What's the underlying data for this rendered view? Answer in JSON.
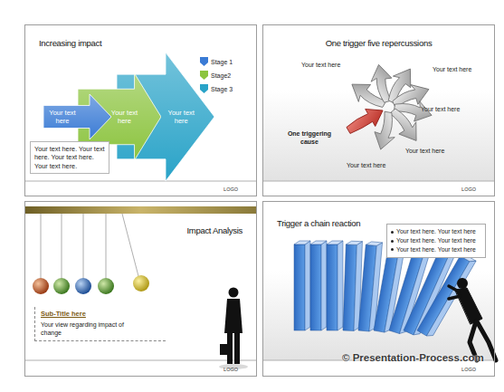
{
  "diagram": {
    "nodes": [
      {
        "text": [
          "Increasing impact",
          "LOGO"
        ]
      },
      {
        "text": [
          "Your text here"
        ],
        "in": 0
      },
      {
        "text": [
          "Your text here"
        ],
        "in": 0
      },
      {
        "text": [
          "Your text here"
        ],
        "in": 0
      },
      {
        "text": [
          "Your text here. Your text here. Your text here. Your text here."
        ],
        "in": 0
      },
      {
        "text": [
          "One trigger five repercussions",
          "LOGO"
        ]
      },
      {
        "text": [
          "Impact Analysis",
          "LOGO"
        ]
      },
      {
        "text": [
          "Sub-Title here",
          "Your view regarding impact of change"
        ],
        "in": 6
      },
      {
        "text": [
          "Trigger a chain reaction",
          "LOGO"
        ]
      },
      {
        "text": [
          "Your text here. Your text here",
          "Your text here. Your text here",
          "Your text here. Your text here"
        ],
        "in": 8
      }
    ],
    "labels": [
      "Your text here",
      "Your text here",
      "Your text here",
      "Your text here",
      "Your text here",
      "One triggering cause",
      "© Presentation-Process.com"
    ],
    "legend": [
      {
        "text": "Stage 1",
        "color": "#3a7bd5"
      },
      {
        "text": "Stage2",
        "color": "#8cc43f"
      },
      {
        "text": "Stage 3",
        "color": "#29a3c8"
      }
    ]
  }
}
